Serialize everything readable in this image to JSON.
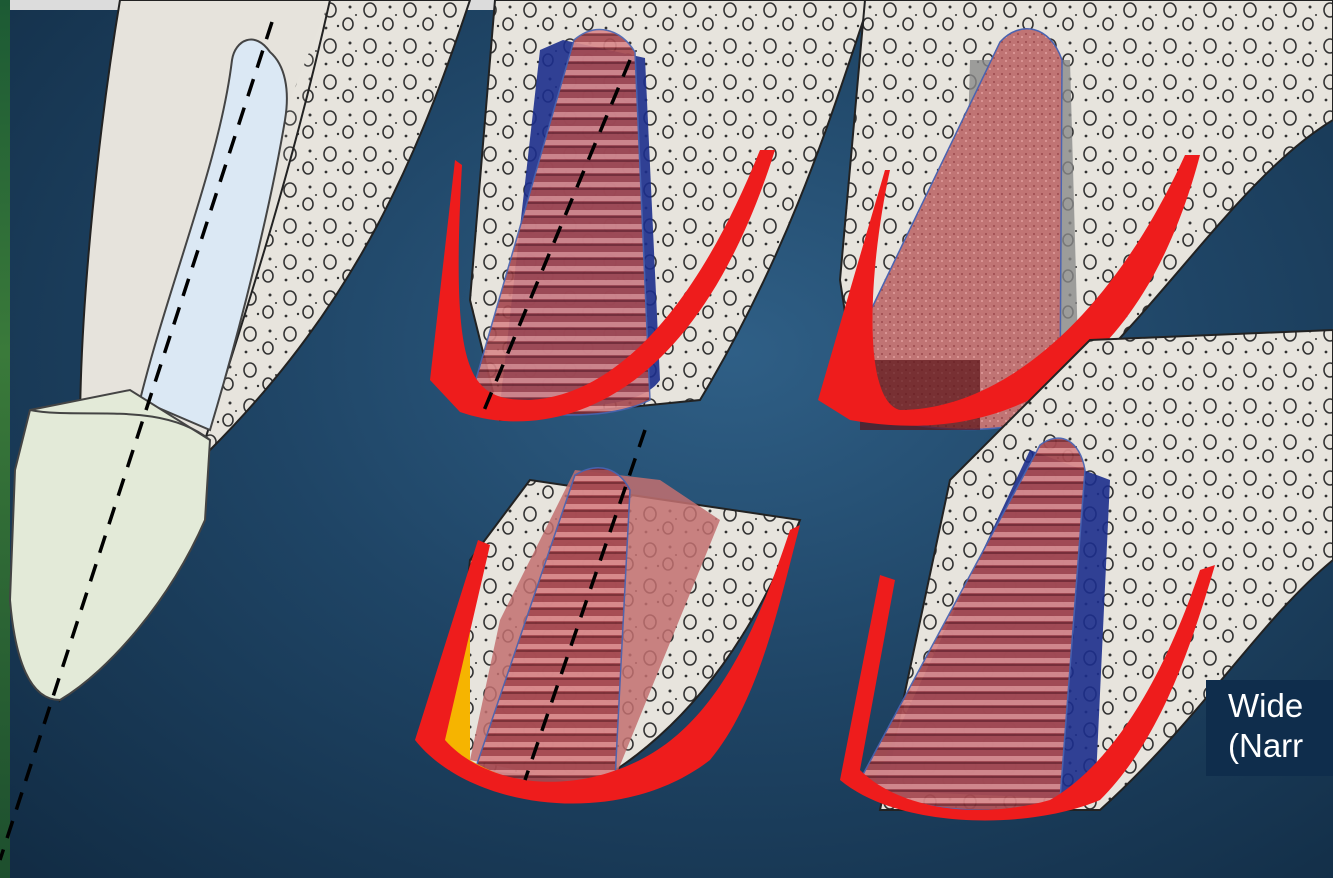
{
  "caption": {
    "line1": "Wide",
    "line2": "(Narr"
  },
  "colors": {
    "background": "#1f4566",
    "bone": "#e7e4dd",
    "tooth": "#dbe8f4",
    "crown": "#e3ead8",
    "implant": "#c9777a",
    "buccal_plate": "#ee1c1c",
    "graft": "#f6b400",
    "threads": "#1c2d8c",
    "axis_line": "#000000"
  },
  "panels": [
    {
      "id": "natural-tooth"
    },
    {
      "id": "implant-top-left"
    },
    {
      "id": "implant-top-right"
    },
    {
      "id": "implant-bottom-left"
    },
    {
      "id": "implant-bottom-right"
    }
  ]
}
